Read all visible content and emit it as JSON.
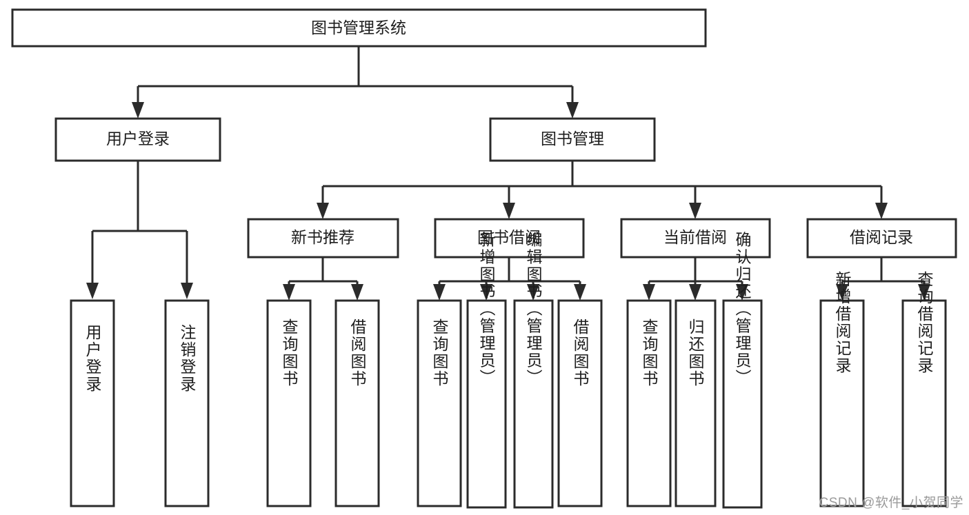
{
  "diagram": {
    "title": "图书管理系统",
    "type": "tree",
    "orientation": "top-down",
    "colors": {
      "box_fill": "#ffffff",
      "box_stroke": "#2b2b2b",
      "text": "#1d1d1d",
      "watermark": "#9a9a9a",
      "background": "#ffffff"
    },
    "root": {
      "id": "root",
      "label": "图书管理系统",
      "text_orientation": "horizontal"
    },
    "level2": [
      {
        "id": "user-login",
        "label": "用户登录",
        "text_orientation": "horizontal"
      },
      {
        "id": "book-manage",
        "label": "图书管理",
        "text_orientation": "horizontal"
      }
    ],
    "level3": [
      {
        "id": "new-book-recommend",
        "label": "新书推荐",
        "parent": "book-manage",
        "text_orientation": "horizontal"
      },
      {
        "id": "book-borrow",
        "label": "图书借阅",
        "parent": "book-manage",
        "text_orientation": "horizontal"
      },
      {
        "id": "current-borrow",
        "label": "当前借阅",
        "parent": "book-manage",
        "text_orientation": "horizontal"
      },
      {
        "id": "borrow-record",
        "label": "借阅记录",
        "parent": "book-manage",
        "text_orientation": "horizontal"
      }
    ],
    "leaves": [
      {
        "id": "leaf-user-login",
        "label": "用户登录",
        "parent": "user-login",
        "text_orientation": "vertical"
      },
      {
        "id": "leaf-logout-login",
        "label": "注销登录",
        "parent": "user-login",
        "text_orientation": "vertical"
      },
      {
        "id": "leaf-query-book-1",
        "label": "查询图书",
        "parent": "new-book-recommend",
        "text_orientation": "vertical"
      },
      {
        "id": "leaf-borrow-book-1",
        "label": "借阅图书",
        "parent": "new-book-recommend",
        "text_orientation": "vertical"
      },
      {
        "id": "leaf-query-book-2",
        "label": "查询图书",
        "parent": "book-borrow",
        "text_orientation": "vertical"
      },
      {
        "id": "leaf-add-book-admin",
        "label": "新增图书（管理员）",
        "parent": "book-borrow",
        "text_orientation": "vertical"
      },
      {
        "id": "leaf-edit-book-admin",
        "label": "编辑图书（管理员）",
        "parent": "book-borrow",
        "text_orientation": "vertical"
      },
      {
        "id": "leaf-borrow-book-2",
        "label": "借阅图书",
        "parent": "book-borrow",
        "text_orientation": "vertical"
      },
      {
        "id": "leaf-query-book-3",
        "label": "查询图书",
        "parent": "current-borrow",
        "text_orientation": "vertical"
      },
      {
        "id": "leaf-return-book",
        "label": "归还图书",
        "parent": "current-borrow",
        "text_orientation": "vertical"
      },
      {
        "id": "leaf-confirm-return-admin",
        "label": "确认归还（管理员）",
        "parent": "current-borrow",
        "text_orientation": "vertical"
      },
      {
        "id": "leaf-add-borrow-record",
        "label": "新增借阅记录",
        "parent": "borrow-record",
        "text_orientation": "vertical"
      },
      {
        "id": "leaf-query-borrow-record",
        "label": "查询借阅记录",
        "parent": "borrow-record",
        "text_orientation": "vertical"
      }
    ]
  },
  "watermark": {
    "text": "CSDN @软件_小贺同学"
  }
}
